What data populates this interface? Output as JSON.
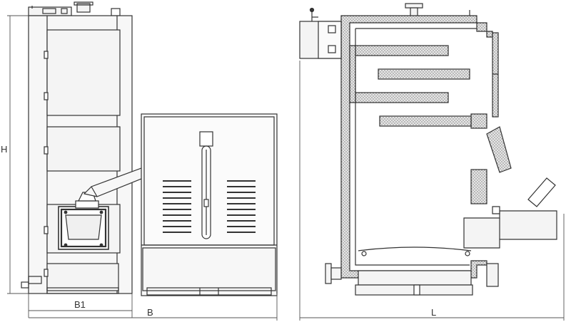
{
  "labels": {
    "height": "H",
    "width_boiler": "B1",
    "width_total": "B",
    "length": "L"
  },
  "colors": {
    "line": "#333333",
    "insulation_fill": "#d9d9d9",
    "panel_fill": "#f4f4f4",
    "dimension": "#555555"
  }
}
